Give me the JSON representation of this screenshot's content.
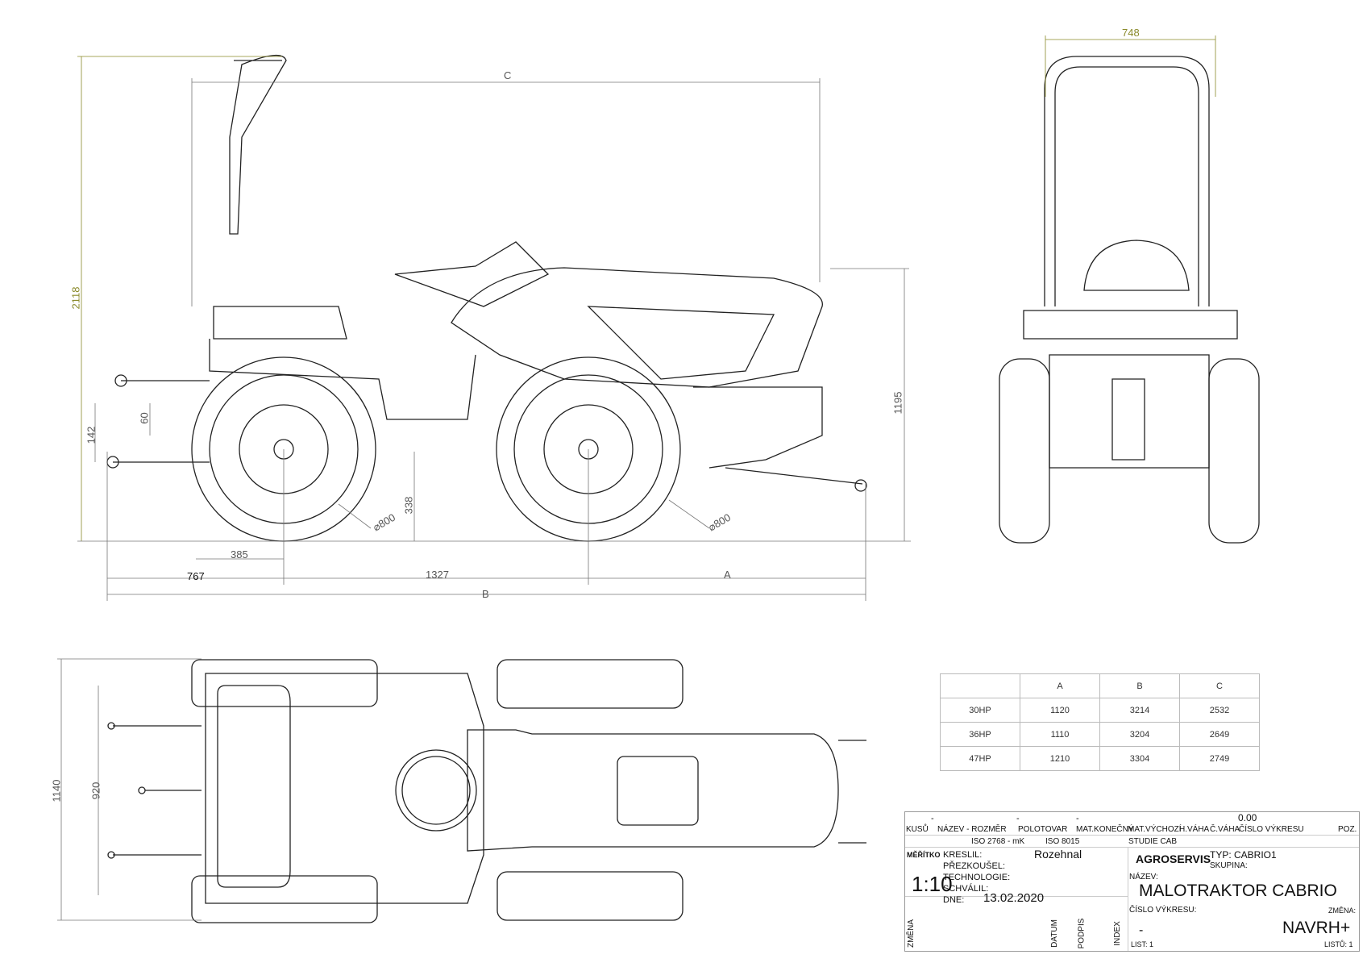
{
  "dimensions": {
    "front_width": "748",
    "c": "C",
    "height_total": "2118",
    "height_hood": "1195",
    "hitch_142": "142",
    "hitch_60": "60",
    "clearance": "338",
    "rear_385": "385",
    "rear_767": "767",
    "wheelbase": "1327",
    "a": "A",
    "b": "B",
    "rear_wheel_dia": "⌀800",
    "front_wheel_dia": "⌀800",
    "width_top": "1140",
    "track_top": "920"
  },
  "spec_table": {
    "headers": [
      "",
      "A",
      "B",
      "C"
    ],
    "rows": [
      [
        "30HP",
        "1120",
        "3214",
        "2532"
      ],
      [
        "36HP",
        "1110",
        "3204",
        "2649"
      ],
      [
        "47HP",
        "1210",
        "3304",
        "2749"
      ]
    ]
  },
  "title_block": {
    "dash1": "-",
    "dash2": "-",
    "dash3": "-",
    "weight_value": "0.00",
    "headers": [
      "KUSŮ",
      "NÁZEV - ROZMĚR",
      "POLOTOVAR",
      "MAT.KONEČNÝ",
      "MAT.VÝCHOZÍ",
      "H.VÁHA",
      "Č.VÁHA",
      "ČÍSLO VÝKRESU",
      "POZ."
    ],
    "tolerance": "ISO 2768 - mK",
    "surface": "ISO 8015",
    "study": "STUDIE CAB",
    "scale_label": "MĚŘÍTKO",
    "scale": "1:10",
    "drawn_label": "KRESLIL:",
    "drawn_by": "Rozehnal",
    "checked_label": "PŘEZKOUŠEL:",
    "technology_label": "TECHNOLOGIE:",
    "approved_label": "SCHVÁLIL:",
    "date_label": "DNE:",
    "date": "13.02.2020",
    "company": "AGROSERVIS",
    "type": "TYP: CABRIO1",
    "group": "SKUPINA:",
    "name_label": "NÁZEV:",
    "name": "MALOTRAKTOR CABRIO",
    "drawing_no_label": "ČÍSLO VÝKRESU:",
    "drawing_no": "-",
    "change_label": "ZMĚNA:",
    "change": "NAVRH+",
    "rev_change": "ZMĚNA",
    "rev_date": "DATUM",
    "rev_sign": "PODPIS",
    "rev_index": "INDEX",
    "sheet": "LIST: 1",
    "sheets": "LISTŮ: 1"
  },
  "colors": {
    "line": "#222222",
    "dim": "#666666",
    "olive": "#8a8a2a"
  }
}
